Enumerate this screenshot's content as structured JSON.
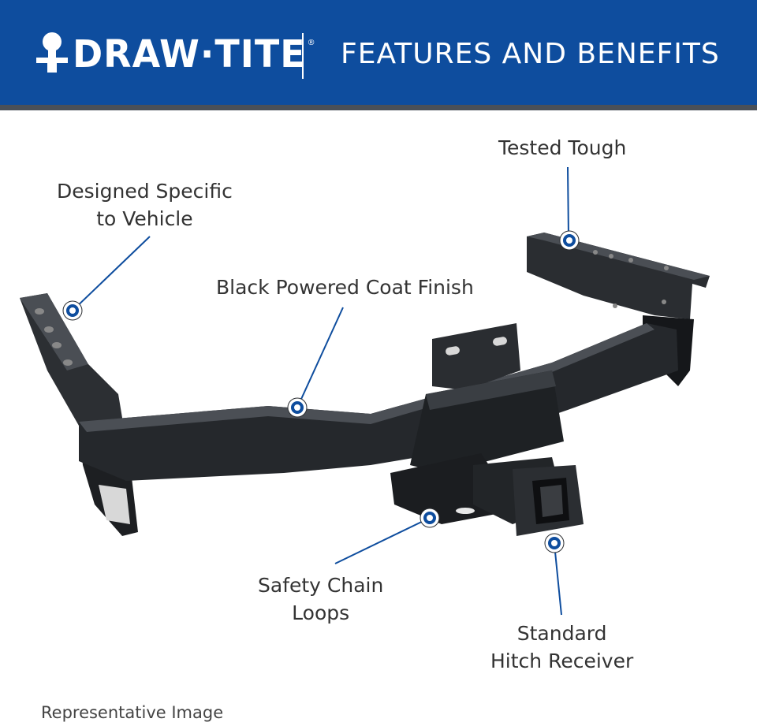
{
  "header": {
    "brand": "DRAW·TITE",
    "brand_mark": "®",
    "title": "FEATURES AND BENEFITS"
  },
  "callouts": {
    "tested_tough": "Tested Tough",
    "designed_line1": "Designed Specific",
    "designed_line2": "to Vehicle",
    "coat_finish": "Black Powered Coat Finish",
    "safety_line1": "Safety Chain",
    "safety_line2": "Loops",
    "receiver_line1": "Standard",
    "receiver_line2": "Hitch Receiver"
  },
  "footer": {
    "note": "Representative Image"
  },
  "colors": {
    "header_bg": "#0e4d9e",
    "accent": "#0e4d9e",
    "hitch": "#1c1e21"
  }
}
